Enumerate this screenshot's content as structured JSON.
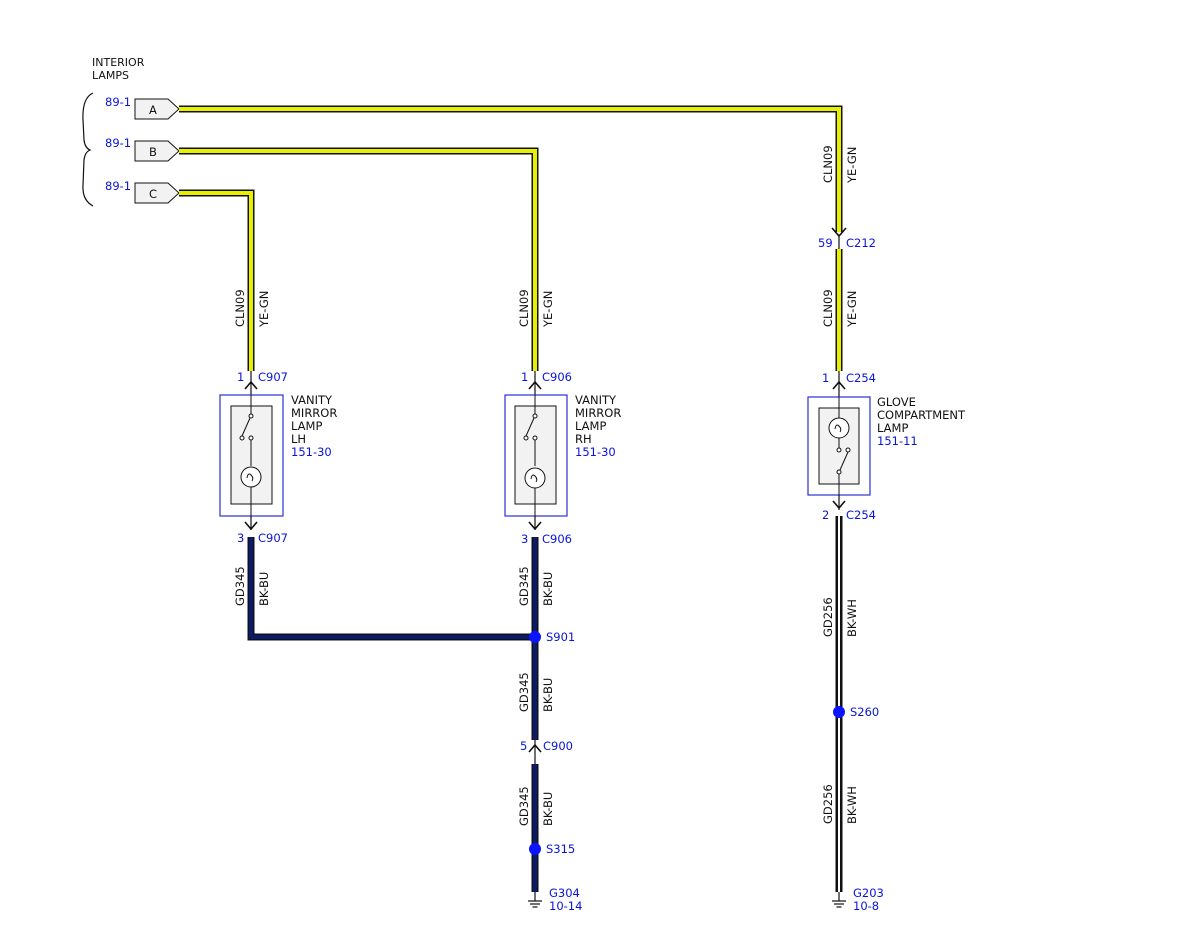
{
  "colors": {
    "yellow_green_wire": "#e8f000",
    "black_blue_wire": "#0a1a6e",
    "black_white_wire": "#000000",
    "reference_blue": "#0a14d6",
    "component_box": "#2b2fd1",
    "splice": "#0a14ff"
  },
  "header": {
    "title_line1": "INTERIOR",
    "title_line2": "LAMPS"
  },
  "connectors": [
    {
      "ref": "89-1",
      "pin": "A"
    },
    {
      "ref": "89-1",
      "pin": "B"
    },
    {
      "ref": "89-1",
      "pin": "C"
    }
  ],
  "wire_labels": {
    "cln09": {
      "circuit": "CLN09",
      "color": "YE-GN"
    },
    "gd345": {
      "circuit": "GD345",
      "color": "BK-BU"
    },
    "gd256": {
      "circuit": "GD256",
      "color": "BK-WH"
    }
  },
  "pins": {
    "c907_top": {
      "pin": "1",
      "connector": "C907"
    },
    "c907_bottom": {
      "pin": "3",
      "connector": "C907"
    },
    "c906_top": {
      "pin": "1",
      "connector": "C906"
    },
    "c906_bottom": {
      "pin": "3",
      "connector": "C906"
    },
    "c212": {
      "pin": "59",
      "connector": "C212"
    },
    "c254_top": {
      "pin": "1",
      "connector": "C254"
    },
    "c254_bottom": {
      "pin": "2",
      "connector": "C254"
    },
    "c900": {
      "pin": "5",
      "connector": "C900"
    }
  },
  "components": {
    "vanity_lh": {
      "lines": [
        "VANITY",
        "MIRROR",
        "LAMP",
        "LH"
      ],
      "ref": "151-30"
    },
    "vanity_rh": {
      "lines": [
        "VANITY",
        "MIRROR",
        "LAMP",
        "RH"
      ],
      "ref": "151-30"
    },
    "glove": {
      "lines": [
        "GLOVE",
        "COMPARTMENT",
        "LAMP"
      ],
      "ref": "151-11"
    }
  },
  "splices": {
    "s901": "S901",
    "s315": "S315",
    "s260": "S260"
  },
  "grounds": {
    "g304": {
      "name": "G304",
      "ref": "10-14"
    },
    "g203": {
      "name": "G203",
      "ref": "10-8"
    }
  }
}
